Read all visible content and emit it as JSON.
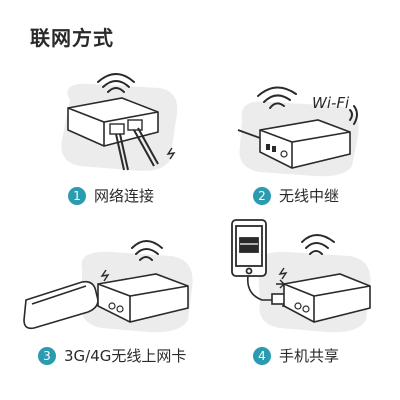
{
  "title": "联网方式",
  "methods": [
    {
      "number": "1",
      "label": "网络连接"
    },
    {
      "number": "2",
      "label": "无线中继"
    },
    {
      "number": "3",
      "label": "3G/4G无线上网卡"
    },
    {
      "number": "4",
      "label": "手机共享"
    }
  ],
  "wifi_logo": "Wi-Fi",
  "colors": {
    "accent": "#2b9bb0",
    "stroke": "#2a2a2a",
    "fill": "#e9e9e9"
  }
}
